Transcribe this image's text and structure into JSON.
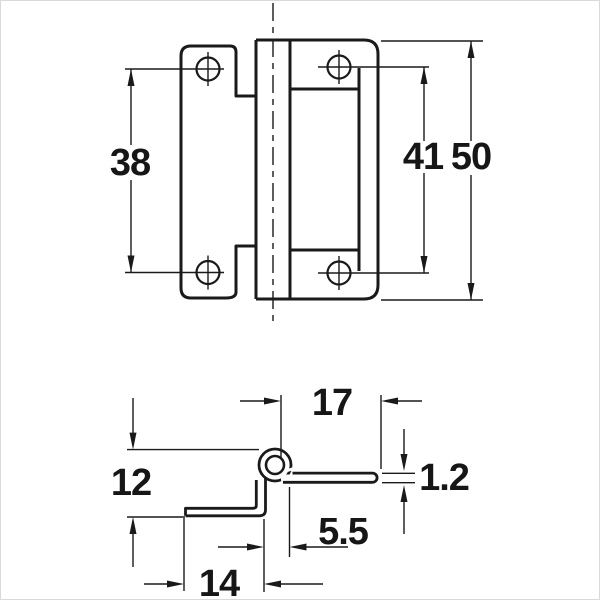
{
  "drawing": {
    "colors": {
      "line": "#1a1a1a",
      "background": "#ffffff"
    },
    "front_view": {
      "dim_left_hole_spacing": "38",
      "dim_right_hole_spacing": "41",
      "dim_overall_height": "50"
    },
    "profile_view": {
      "dim_flat_leaf_length": "17",
      "dim_crank_height": "12",
      "dim_material_thickness": "1.2",
      "dim_knuckle_offset": "5.5",
      "dim_cranked_flange_length": "14"
    }
  }
}
